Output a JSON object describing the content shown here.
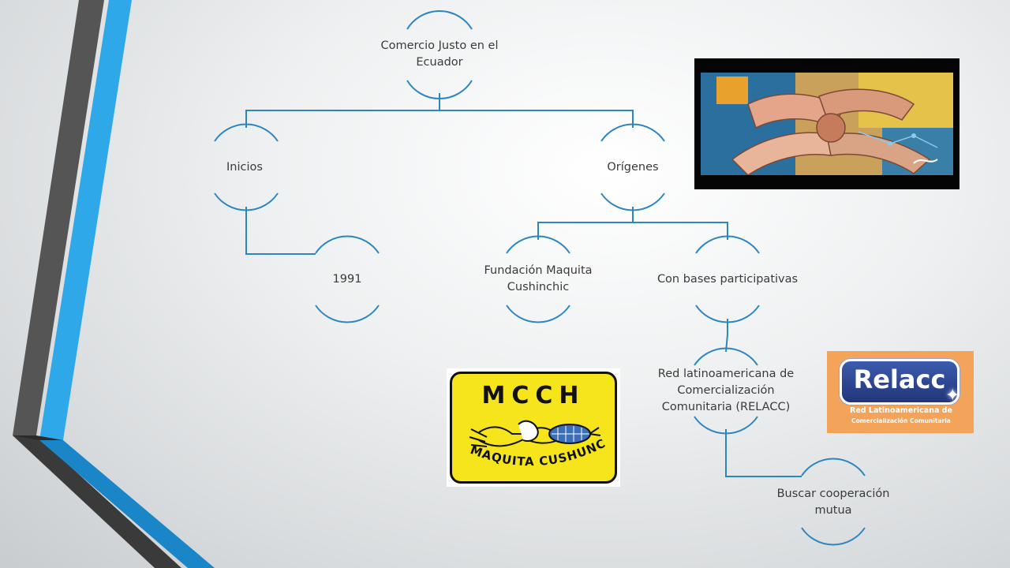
{
  "diagram": {
    "root": {
      "label": "Comercio Justo en el\nEcuador"
    },
    "nodes": {
      "inicios": "Inicios",
      "origenes": "Orígenes",
      "year": "1991",
      "maquita": "Fundación Maquita\nCushinchic",
      "bases": "Con bases participativas",
      "relacc_node": "Red latinoamericana de\nComercialización\nComunitaria (RELACC)",
      "cooperacion": "Buscar cooperación\nmutua"
    }
  },
  "logos": {
    "mcch": {
      "title": "MCCH",
      "subtitle": "MAQUITA CUSHUNCHIC"
    },
    "relacc": {
      "word": "Relacc",
      "line1": "Red Latinoamericana de",
      "line2": "Comercialización Comunitaria"
    }
  },
  "colors": {
    "connector": "#2e86c1",
    "accent_blue": "#2fa8ea",
    "stripe_dark": "#4a4a4a"
  }
}
